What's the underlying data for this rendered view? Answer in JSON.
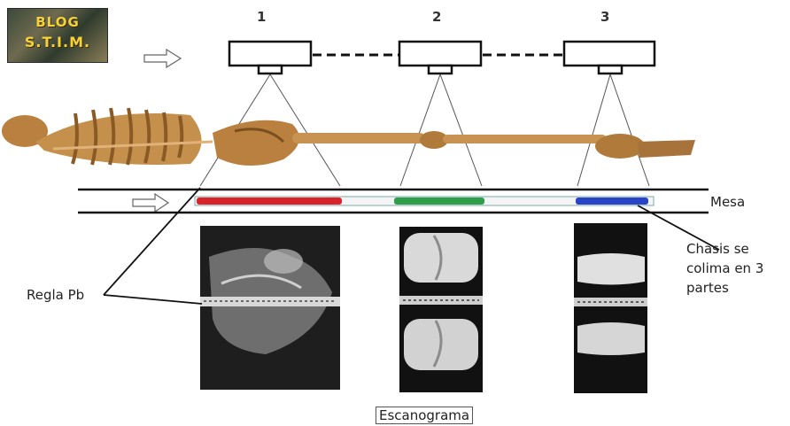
{
  "logo": {
    "line1": "BLOG",
    "line2": "S.T.I.M."
  },
  "positions": [
    "1",
    "2",
    "3"
  ],
  "labels": {
    "mesa": "Mesa",
    "regla": "Regla Pb",
    "chasis_line1": "Chasis se",
    "chasis_line2": "colima en 3",
    "chasis_line3": "partes",
    "caption": "Escanograma"
  },
  "colors": {
    "segment_1": "#d8232a",
    "segment_2": "#2e9e4a",
    "segment_3": "#2a44c8",
    "bone": "#b9803f"
  }
}
